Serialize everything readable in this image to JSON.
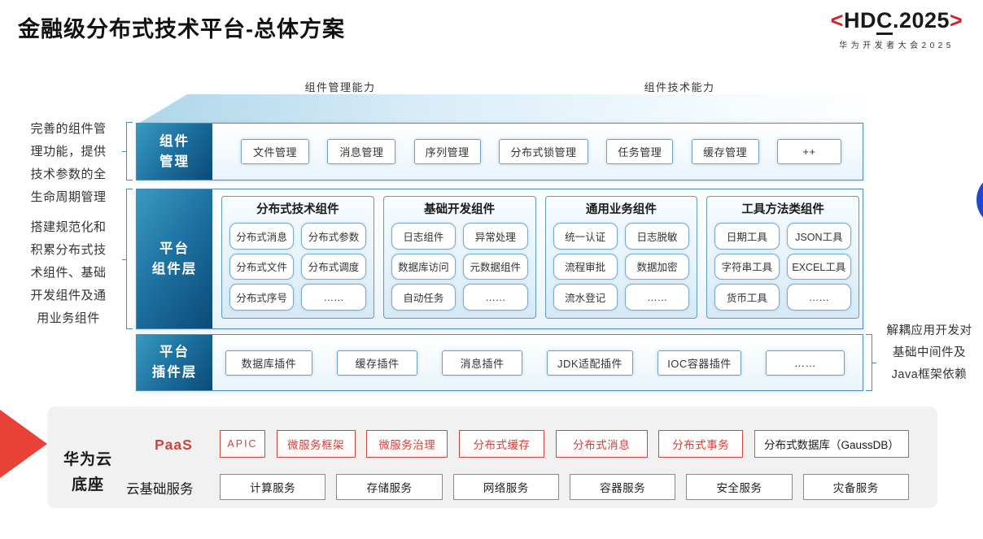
{
  "title": "金融级分布式技术平台-总体方案",
  "logo": {
    "bracket_left": "<",
    "name_pre": "HD",
    "name_c": "C",
    "name_post": ".2025",
    "bracket_right": ">",
    "subtitle": "华为开发者大会2025"
  },
  "capability_arrows": {
    "left": "组件管理能力",
    "right": "组件技术能力"
  },
  "annotations": {
    "component_mgmt_note": {
      "lines": [
        "完善的组件管",
        "理功能，提供",
        "技术参数的全",
        "生命周期管理"
      ]
    },
    "platform_note": {
      "lines": [
        "搭建规范化和",
        "积累分布式技",
        "术组件、基础",
        "开发组件及通",
        "用业务组件"
      ]
    },
    "plugin_note": {
      "lines": [
        "解耦应用开发对",
        "基础中间件及",
        "Java框架依赖"
      ]
    }
  },
  "layers": {
    "component_mgmt": {
      "label_lines": [
        "组件",
        "管理"
      ],
      "items": [
        "文件管理",
        "消息管理",
        "序列管理",
        "分布式锁管理",
        "任务管理",
        "缓存管理",
        "++"
      ]
    },
    "platform_components": {
      "label_lines": [
        "平台",
        "组件层"
      ],
      "groups": [
        {
          "title": "分布式技术组件",
          "items": [
            "分布式消息",
            "分布式参数",
            "分布式文件",
            "分布式调度",
            "分布式序号",
            "……"
          ]
        },
        {
          "title": "基础开发组件",
          "items": [
            "日志组件",
            "异常处理",
            "数据库访问",
            "元数据组件",
            "自动任务",
            "……"
          ]
        },
        {
          "title": "通用业务组件",
          "items": [
            "统一认证",
            "日志脱敏",
            "流程审批",
            "数据加密",
            "流水登记",
            "……"
          ]
        },
        {
          "title": "工具方法类组件",
          "items": [
            "日期工具",
            "JSON工具",
            "字符串工具",
            "EXCEL工具",
            "货币工具",
            "……"
          ]
        }
      ]
    },
    "platform_plugins": {
      "label_lines": [
        "平台",
        "插件层"
      ],
      "items": [
        "数据库插件",
        "缓存插件",
        "消息插件",
        "JDK适配插件",
        "IOC容器插件",
        "……"
      ]
    }
  },
  "foundation": {
    "label_lines": [
      "华为云",
      "底座"
    ],
    "paas": {
      "label": "PaaS",
      "items": [
        "APIC",
        "微服务框架",
        "微服务治理",
        "分布式缓存",
        "分布式消息",
        "分布式事务"
      ],
      "db_item": "分布式数据库（GaussDB）"
    },
    "cloud_services": {
      "label": "云基础服务",
      "items": [
        "计算服务",
        "存储服务",
        "网络服务",
        "容器服务",
        "安全服务",
        "灾备服务"
      ]
    }
  },
  "colors": {
    "teal_dark": "#0c4a78",
    "teal_light": "#3a9abf",
    "huawei_red": "#cf222e",
    "paas_red": "#d2423b",
    "royal_blue": "#1e49cf"
  }
}
